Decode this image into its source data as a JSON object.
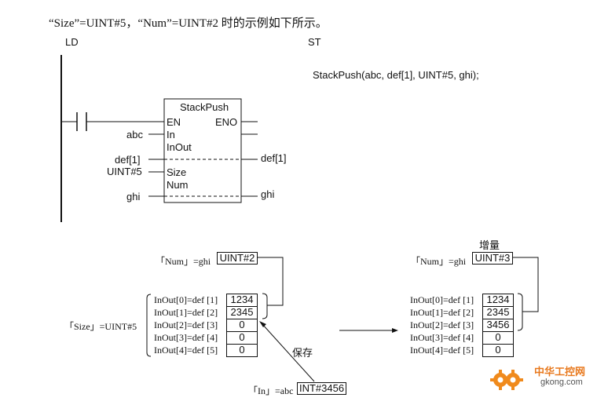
{
  "heading": "“Size”=UINT#5，“Num”=UINT#2 时的示例如下所示。",
  "ld_label": "LD",
  "st_label": "ST",
  "st_code": "StackPush(abc, def[1], UINT#5, ghi);",
  "fb": {
    "title": "StackPush",
    "pin_en": "EN",
    "pin_eno": "ENO",
    "pin_in": "In",
    "pin_inout": "InOut",
    "pin_size": "Size",
    "pin_num": "Num"
  },
  "ld_vars": {
    "abc": "abc",
    "def_in": "def[1]",
    "def_out": "def[1]",
    "uint5": "UINT#5",
    "ghi_in": "ghi",
    "ghi_out": "ghi"
  },
  "left": {
    "num_label": "「Num」=ghi",
    "num_value": "UINT#2",
    "size_label": "「Size」=UINT#5",
    "rows": [
      {
        "label": "InOut[0]=def [1]",
        "value": "1234"
      },
      {
        "label": "InOut[1]=def [2]",
        "value": "2345"
      },
      {
        "label": "InOut[2]=def [3]",
        "value": "0"
      },
      {
        "label": "InOut[3]=def [4]",
        "value": "0"
      },
      {
        "label": "InOut[4]=def [5]",
        "value": "0"
      }
    ],
    "save_label": "保存",
    "in_label": "「In」=abc",
    "in_value": "INT#3456"
  },
  "right": {
    "increase_label": "增量",
    "num_label": "「Num」=ghi",
    "num_value": "UINT#3",
    "rows": [
      {
        "label": "InOut[0]=def [1]",
        "value": "1234"
      },
      {
        "label": "InOut[1]=def [2]",
        "value": "2345"
      },
      {
        "label": "InOut[2]=def [3]",
        "value": "3456"
      },
      {
        "label": "InOut[3]=def [4]",
        "value": "0"
      },
      {
        "label": "InOut[4]=def [5]",
        "value": "0"
      }
    ]
  },
  "watermark": {
    "cn": "中华工控网",
    "url": "gkong.com",
    "color": "#e8791e"
  }
}
